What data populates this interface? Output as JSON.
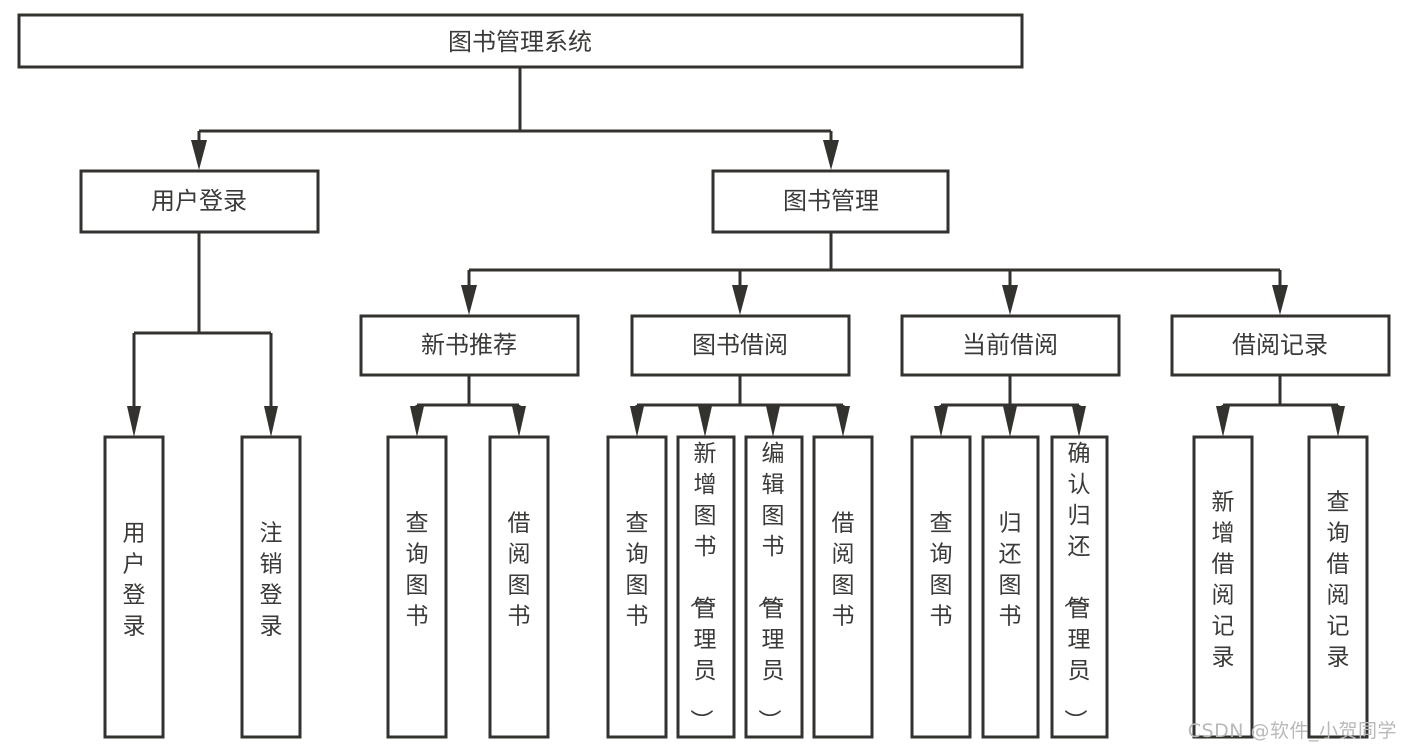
{
  "diagram": {
    "title": "图书管理系统",
    "type": "tree",
    "watermark": "CSDN @软件_小贺同学",
    "colors": {
      "box_stroke": "#33322f",
      "box_fill": "#ffffff",
      "text": "#3b3a38",
      "background": "#ffffff",
      "watermark": "#b9b9b9"
    },
    "levels": {
      "root": {
        "label": "图书管理系统"
      },
      "level2": [
        {
          "label": "用户登录"
        },
        {
          "label": "图书管理"
        }
      ],
      "level3": [
        {
          "label": "新书推荐"
        },
        {
          "label": "图书借阅"
        },
        {
          "label": "当前借阅"
        },
        {
          "label": "借阅记录"
        }
      ],
      "leaves": [
        {
          "label": "用户登录",
          "parent": "用户登录"
        },
        {
          "label": "注销登录",
          "parent": "用户登录"
        },
        {
          "label": "查询图书",
          "parent": "新书推荐"
        },
        {
          "label": "借阅图书",
          "parent": "新书推荐"
        },
        {
          "label": "查询图书",
          "parent": "图书借阅"
        },
        {
          "label": "新增图书（管理员）",
          "parent": "图书借阅"
        },
        {
          "label": "编辑图书（管理员）",
          "parent": "图书借阅"
        },
        {
          "label": "借阅图书",
          "parent": "图书借阅"
        },
        {
          "label": "查询图书",
          "parent": "当前借阅"
        },
        {
          "label": "归还图书",
          "parent": "当前借阅"
        },
        {
          "label": "确认归还（管理员）",
          "parent": "当前借阅"
        },
        {
          "label": "新增借阅记录",
          "parent": "借阅记录"
        },
        {
          "label": "查询借阅记录",
          "parent": "借阅记录"
        }
      ]
    }
  }
}
